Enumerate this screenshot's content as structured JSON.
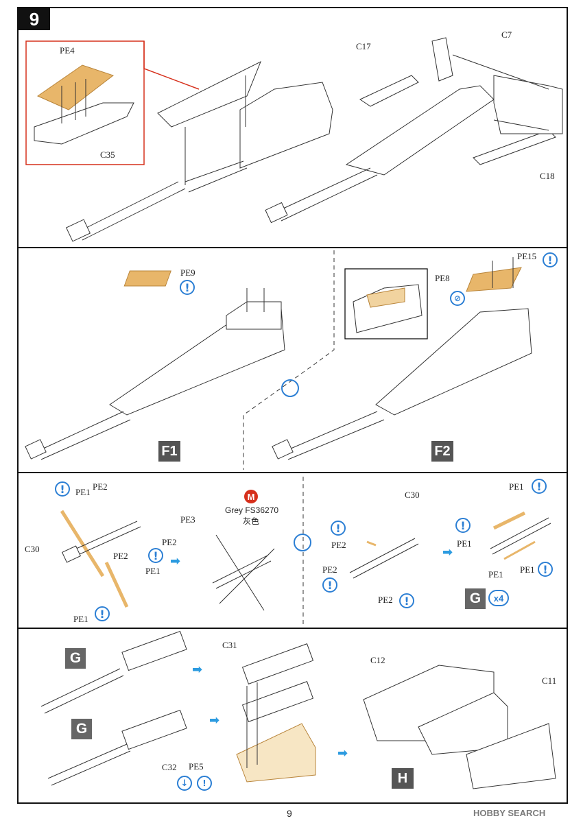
{
  "step": "9",
  "panel1": {
    "labels": {
      "pe4": "PE4",
      "c35": "C35",
      "c17": "C17",
      "c7": "C7",
      "c18": "C18"
    }
  },
  "panel2": {
    "labels": {
      "pe9": "PE9",
      "pe15": "PE15",
      "pe8": "PE8",
      "f1": "F1",
      "f2": "F2"
    }
  },
  "panel3": {
    "labels": {
      "pe1_a": "PE1",
      "pe2_a": "PE2",
      "pe3": "PE3",
      "pe2_b": "PE2",
      "c30_a": "C30",
      "pe2_c": "PE2",
      "pe1_b": "PE1",
      "pe1_c": "PE1",
      "m": "M",
      "paint": "Grey FS36270",
      "paint_cn": "灰色",
      "c30_b": "C30",
      "pe2_d": "PE2",
      "pe2_e": "PE2",
      "pe2_f": "PE2",
      "pe1_d": "PE1",
      "pe1_e": "PE1",
      "pe1_f": "PE1",
      "pe1_g": "PE1",
      "g": "G",
      "x4": "x4"
    }
  },
  "panel4": {
    "labels": {
      "g1": "G",
      "g2": "G",
      "c31": "C31",
      "c32": "C32",
      "pe5": "PE5",
      "c12": "C12",
      "c11": "C11",
      "h": "H"
    }
  },
  "footer": {
    "page": "9",
    "watermark": "HOBBY SEARCH"
  },
  "colors": {
    "info_blue": "#2c7fd4",
    "paint_red": "#d6301c",
    "pe_gold": "#e8b66a",
    "callout_red": "#d6301c"
  }
}
